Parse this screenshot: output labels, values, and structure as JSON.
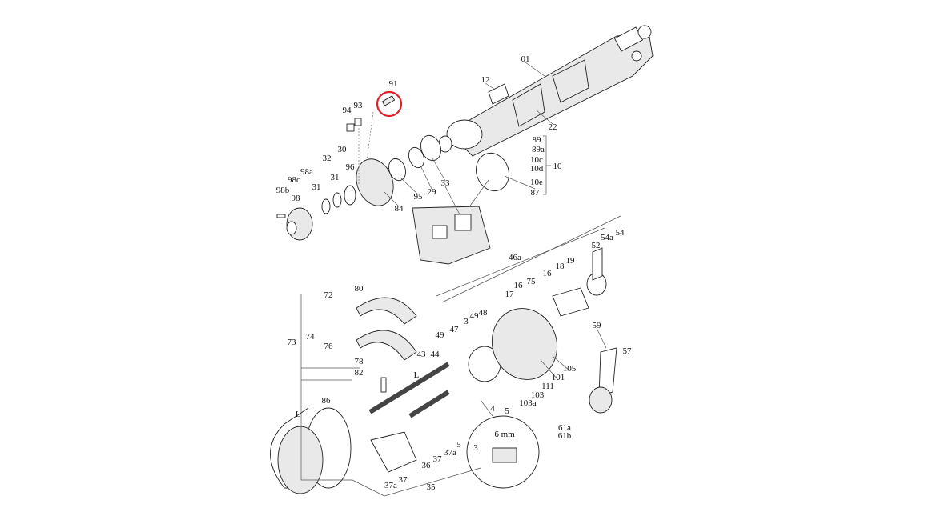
{
  "diagram": {
    "highlight_color": "#e0202a",
    "highlighted_part": "91",
    "labels": [
      "01",
      "12",
      "91",
      "94",
      "93",
      "22",
      "89",
      "89a",
      "10c",
      "10d",
      "10e",
      "87",
      "10",
      "30",
      "32",
      "98a",
      "31",
      "96",
      "98c",
      "31",
      "98b",
      "98",
      "95",
      "29",
      "33",
      "84",
      "46a",
      "75",
      "52",
      "54a",
      "54",
      "19",
      "18",
      "16",
      "16",
      "17",
      "49",
      "48",
      "3",
      "47",
      "49",
      "80",
      "72",
      "74",
      "73",
      "76",
      "78",
      "82",
      "43",
      "44",
      "59",
      "57",
      "105",
      "101",
      "111",
      "103",
      "103a",
      "4",
      "5",
      "61a",
      "61b",
      "86",
      "5",
      "37a",
      "37",
      "36",
      "37",
      "37a",
      "35",
      "6 mm",
      "3",
      "L",
      "L"
    ]
  }
}
